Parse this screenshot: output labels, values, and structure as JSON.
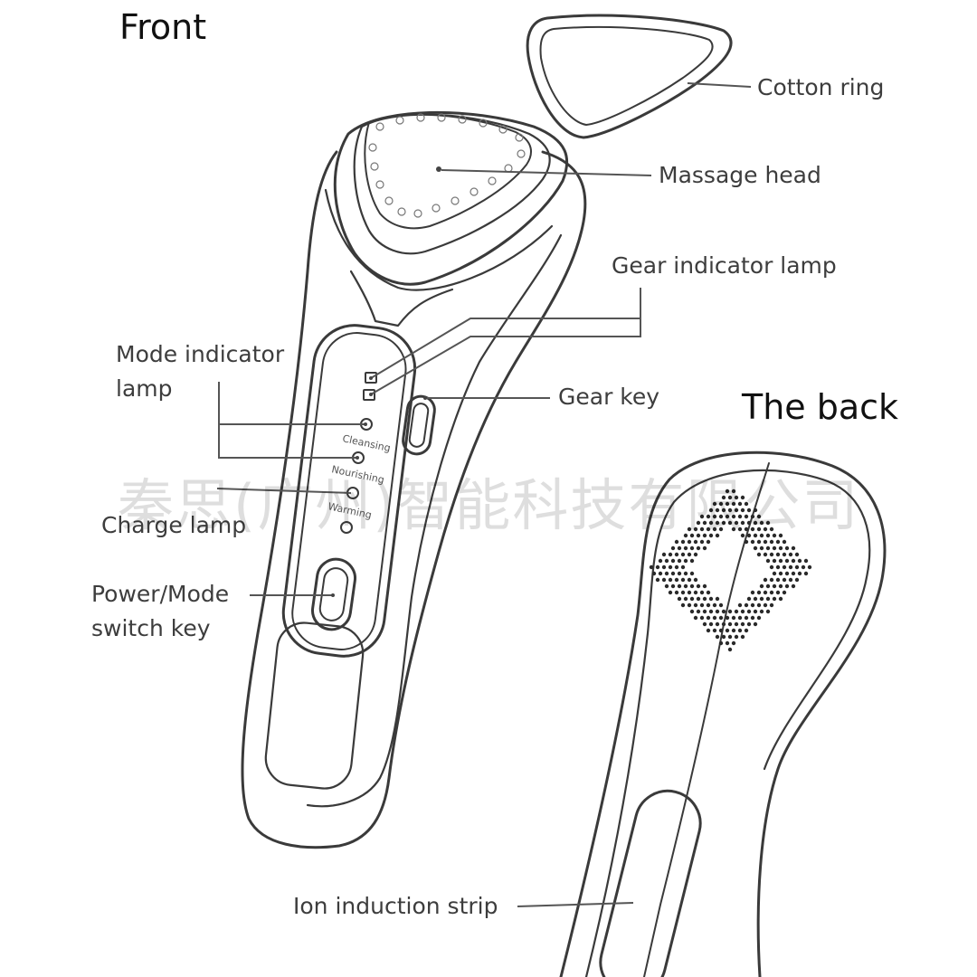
{
  "titles": {
    "front": "Front",
    "back": "The back"
  },
  "labels": {
    "cotton_ring": "Cotton ring",
    "massage_head": "Massage head",
    "gear_indicator_lamp": "Gear indicator lamp",
    "gear_key": "Gear key",
    "mode_indicator_lamp": [
      "Mode indicator",
      "lamp"
    ],
    "charge_lamp": "Charge lamp",
    "power_mode_key": [
      "Power/Mode",
      "switch key"
    ],
    "ion_strip": "Ion induction strip"
  },
  "mode_names": [
    "Cleansing",
    "Nourishing",
    "Warming"
  ],
  "watermark": "秦思(广州)智能科技有限公司",
  "colors": {
    "line": "#3a3a3a",
    "leader": "#555555",
    "text": "#3d3d3d"
  }
}
